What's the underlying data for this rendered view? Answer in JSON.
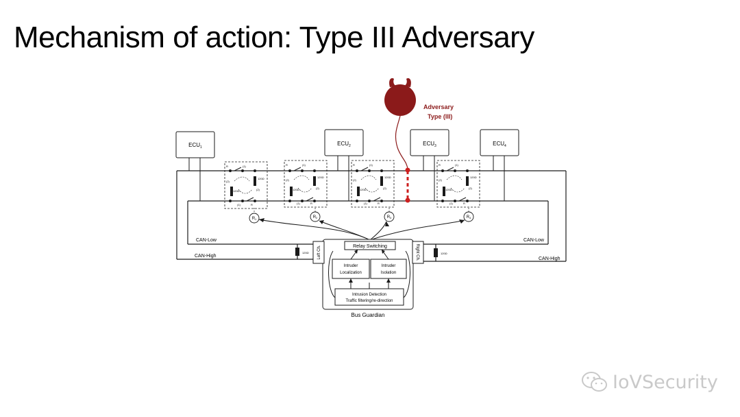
{
  "title": "Mechanism of action: Type III Adversary",
  "adversary": {
    "line1": "Adversary",
    "line2": "Type (III)"
  },
  "ecus": [
    {
      "base": "ECU",
      "sub": "1"
    },
    {
      "base": "ECU",
      "sub": "2"
    },
    {
      "base": "ECU",
      "sub": "3"
    },
    {
      "base": "ECU",
      "sub": "4"
    }
  ],
  "relays": [
    {
      "base": "R",
      "sub": "1"
    },
    {
      "base": "R",
      "sub": "2"
    },
    {
      "base": "R",
      "sub": "3"
    },
    {
      "base": "R",
      "sub": "4"
    }
  ],
  "bus": {
    "can_low_left": "CAN-Low",
    "can_high_left": "CAN-High",
    "can_low_right": "CAN-Low",
    "can_high_right": "CAN-High"
  },
  "guardian": {
    "relay_switching": "Relay Switching",
    "localization_1": "Intruder",
    "localization_2": "Localization",
    "isolation_1": "Intruder",
    "isolation_2": "Isolation",
    "detection_1": "Intrusion Detection",
    "detection_2": "Traffic filtering/re-direction",
    "name": "Bus Guardian",
    "left_channel": "Left Ch.",
    "right_channel": "Right Ch."
  },
  "switch_labels": {
    "in": "R",
    "out": "R",
    "one": "(1)",
    "two": "(2)",
    "ohm": "120Ω"
  },
  "watermark": "IoVSecurity",
  "colors": {
    "adversary": "#8b1a1a",
    "line": "#1a1a1a",
    "watermark": "#c9c9c9"
  }
}
